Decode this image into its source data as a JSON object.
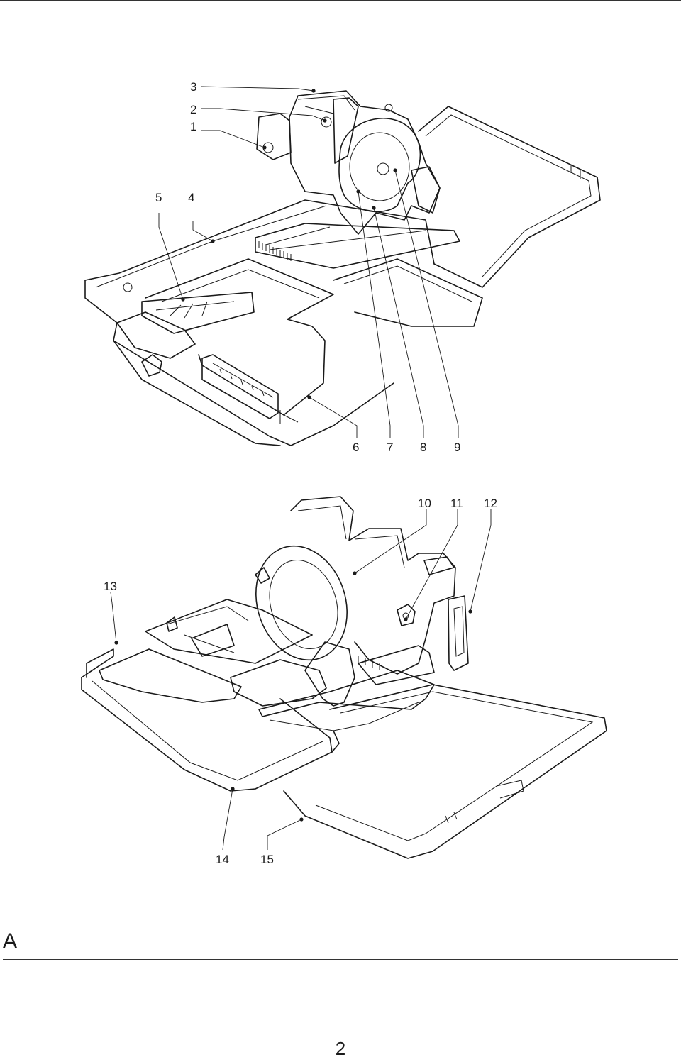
{
  "figure": {
    "top_callouts": [
      "1",
      "2",
      "3",
      "4",
      "5",
      "6",
      "7",
      "8",
      "9"
    ],
    "bottom_callouts": [
      "10",
      "11",
      "12",
      "13",
      "14",
      "15"
    ]
  },
  "section_letter": "A",
  "page_number": "2"
}
